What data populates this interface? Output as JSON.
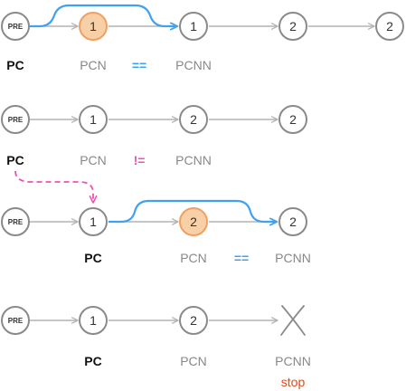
{
  "colors": {
    "node_stroke": "#8a8a8a",
    "node_fill": "#ffffff",
    "highlight_fill": "#f8d0a8",
    "highlight_stroke": "#f0a060",
    "arrow_gray": "#b3b3b3",
    "arrow_blue": "#3fa1f1",
    "arrow_pink": "#f050b6",
    "stop_color": "#e24a1a"
  },
  "rows": [
    {
      "nodes": [
        {
          "label": "PRE",
          "kind": "pre"
        },
        {
          "label": "1",
          "kind": "highlight"
        },
        {
          "label": "1",
          "kind": "normal"
        },
        {
          "label": "2",
          "kind": "normal"
        },
        {
          "label": "2",
          "kind": "normal"
        }
      ],
      "labels": {
        "pc": "PC",
        "pcn": "PCN",
        "op": "==",
        "pcnn": "PCNN"
      },
      "skip_arc": "blue"
    },
    {
      "nodes": [
        {
          "label": "PRE",
          "kind": "pre"
        },
        {
          "label": "1",
          "kind": "normal"
        },
        {
          "label": "2",
          "kind": "normal"
        },
        {
          "label": "2",
          "kind": "normal"
        }
      ],
      "labels": {
        "pc": "PC",
        "pcn": "PCN",
        "op": "!=",
        "pcnn": "PCNN"
      }
    },
    {
      "nodes": [
        {
          "label": "PRE",
          "kind": "pre"
        },
        {
          "label": "1",
          "kind": "normal"
        },
        {
          "label": "2",
          "kind": "highlight"
        },
        {
          "label": "2",
          "kind": "normal"
        }
      ],
      "labels": {
        "pc": "PC",
        "pcn": "PCN",
        "op": "==",
        "pcnn": "PCNN"
      },
      "skip_arc": "blue"
    },
    {
      "nodes": [
        {
          "label": "PRE",
          "kind": "pre"
        },
        {
          "label": "1",
          "kind": "normal"
        },
        {
          "label": "2",
          "kind": "normal"
        },
        {
          "label": "",
          "kind": "cross"
        }
      ],
      "labels": {
        "pc": "PC",
        "pcn": "PCN",
        "pcnn": "PCNN",
        "status": "stop"
      }
    }
  ],
  "move_arrow": "dashed pink from row 2 PC to row 3 node 1"
}
